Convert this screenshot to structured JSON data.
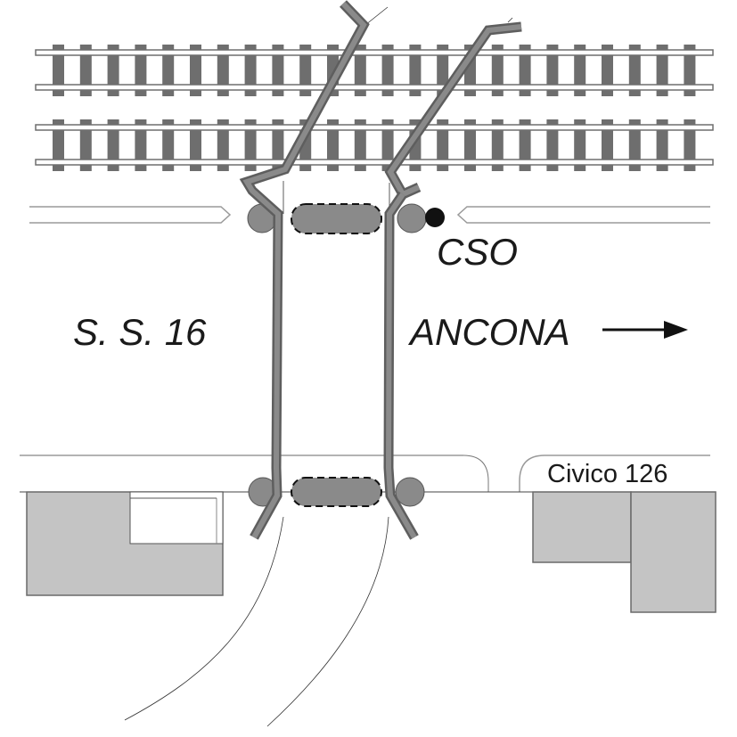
{
  "diagram": {
    "title_labels": {
      "road_name": "S. S. 16",
      "direction": "ANCONA",
      "device": "CSO",
      "house_number": "Civico 126"
    },
    "icons": {
      "direction_arrow": "right-arrow-icon"
    },
    "tracks": {
      "count": 2,
      "ties_per_track": 24
    },
    "colors": {
      "rail_tie": "#6e6e6e",
      "barrier_fill": "#8a8a8a",
      "barrier_edge": "#5e5e5e",
      "building_fill": "#c4c4c4",
      "building_edge": "#6a6a6a",
      "text": "#1a1a1a",
      "road_line": "#9a9a9a",
      "cso_dot": "#111111"
    }
  }
}
